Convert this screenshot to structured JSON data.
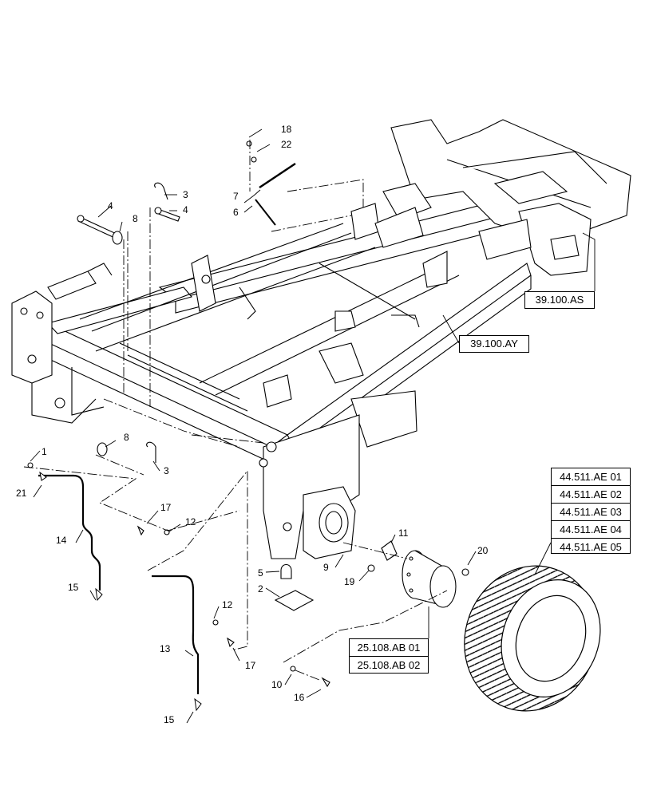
{
  "callouts": {
    "c1": "1",
    "c2": "2",
    "c3a": "3",
    "c3b": "3",
    "c4a": "4",
    "c4b": "4",
    "c5": "5",
    "c6": "6",
    "c7": "7",
    "c8a": "8",
    "c8b": "8",
    "c9": "9",
    "c10": "10",
    "c11": "11",
    "c12a": "12",
    "c12b": "12",
    "c13": "13",
    "c14": "14",
    "c15a": "15",
    "c15b": "15",
    "c16": "16",
    "c17a": "17",
    "c17b": "17",
    "c18": "18",
    "c19": "19",
    "c20": "20",
    "c21": "21",
    "c22": "22"
  },
  "references": {
    "frame_rear": "39.100.AS",
    "frame_main": "39.100.AY",
    "hub": [
      "25.108.AB 01",
      "25.108.AB 02"
    ],
    "wheel": [
      "44.511.AE 01",
      "44.511.AE 02",
      "44.511.AE 03",
      "44.511.AE 04",
      "44.511.AE 05"
    ]
  }
}
